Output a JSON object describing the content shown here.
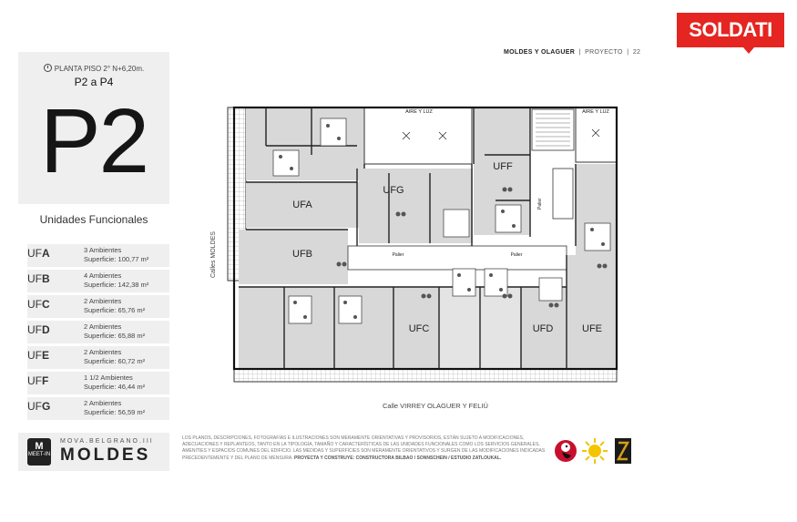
{
  "header": {
    "brand": "SOLDATI",
    "project": "MOLDES Y OLAGUER",
    "section": "PROYECTO",
    "page": "22"
  },
  "sidebar": {
    "floor_line": "PLANTA PISO 2° N+6,20m.",
    "range": "P2 a P4",
    "big_label": "P2",
    "units_title": "Unidades Funcionales",
    "units": [
      {
        "prefix": "UF",
        "letter": "A",
        "ambientes": "3 Ambientes",
        "superficie": "Superficie: 100,77 m²"
      },
      {
        "prefix": "UF",
        "letter": "B",
        "ambientes": "4 Ambientes",
        "superficie": "Superficie: 142,38 m²"
      },
      {
        "prefix": "UF",
        "letter": "C",
        "ambientes": "2 Ambientes",
        "superficie": "Superficie: 65,76 m²"
      },
      {
        "prefix": "UF",
        "letter": "D",
        "ambientes": "2 Ambientes",
        "superficie": "Superficie: 65,88 m²"
      },
      {
        "prefix": "UF",
        "letter": "E",
        "ambientes": "2 Ambientes",
        "superficie": "Superficie: 60,72 m²"
      },
      {
        "prefix": "UF",
        "letter": "F",
        "ambientes": "1 1/2 Ambientes",
        "superficie": "Superficie: 46,44 m²"
      },
      {
        "prefix": "UF",
        "letter": "G",
        "ambientes": "2 Ambientes",
        "superficie": "Superficie: 56,59 m²"
      }
    ]
  },
  "logos": {
    "meetin_top": "MEET-IN",
    "meetin_mark": "M",
    "mova": "MOVA.BELGRANO.III",
    "moldes": "MOLDES"
  },
  "plan": {
    "units": {
      "A": "UFA",
      "B": "UFB",
      "C": "UFC",
      "D": "UFD",
      "E": "UFE",
      "F": "UFF",
      "G": "UFG"
    },
    "light_well_left": "AIRE Y LUZ",
    "light_well_right": "AIRE Y LUZ",
    "palier_1": "Palier",
    "palier_2": "Palier",
    "palier_vertical": "Palier",
    "street_side": "Calles MOLDES",
    "street_bottom": "Calle VIRREY OLAGUER Y FELIÚ"
  },
  "footer": {
    "disclaimer": "Los planos, descripciones, fotografías e ilustraciones son meramente orientativas y provisorios, están sujeto a modificaciones, adecuaciones y replanteos, tanto en la tipología, tamaño y características de las unidades funcionales como los servicios generales, amenities y espacios comunes del edificio. Las medidas y superficies son meramente orientativos y surgen de las modificaciones indicadas precedentemente y del plano de mensura.",
    "credits": "Proyecta y construye: Constructora Bilbao / Sonnschein / Estudio Zatloukal."
  },
  "colors": {
    "brand_red": "#e52521",
    "panel_gray": "#efefef",
    "unit_gray": "#d8d8d8"
  }
}
